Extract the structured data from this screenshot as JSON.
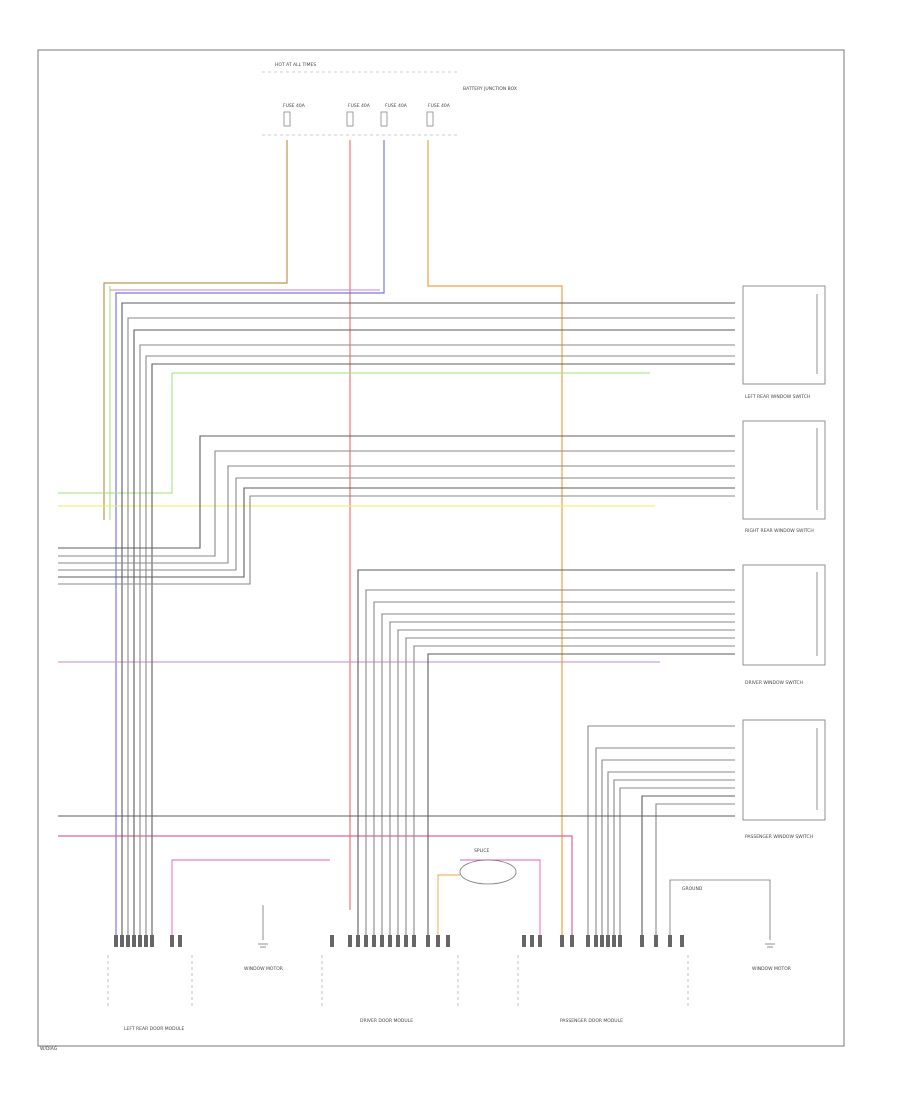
{
  "colors": {
    "red": "#ee7777",
    "blue": "#7777ee",
    "orange": "#f2a244",
    "tan": "#b89a50",
    "green": "#9ee07a",
    "yellow": "#eeee66",
    "purple": "#c98ac9",
    "pink": "#e06494",
    "magenta": "#e85acd",
    "gray": "#8a8a8a",
    "dark": "#5c5c5c"
  },
  "labels": {
    "fuse_header": "HOT AT ALL TIMES",
    "fuse_box": "BATTERY JUNCTION BOX",
    "fuses": [
      "FUSE 40A",
      "FUSE 40A",
      "FUSE 40A",
      "FUSE 40A"
    ],
    "switch_1": "LEFT REAR WINDOW SWITCH",
    "switch_2": "RIGHT REAR WINDOW SWITCH",
    "switch_3": "DRIVER WINDOW SWITCH",
    "switch_4": "PASSENGER WINDOW SWITCH",
    "module_1": "LEFT REAR DOOR MODULE",
    "module_2": "DRIVER DOOR MODULE",
    "module_3": "PASSENGER DOOR MODULE",
    "motor_1": "WINDOW MOTOR",
    "motor_2": "WINDOW MOTOR",
    "page_ref": "W/DIAG",
    "splice": "SPLICE",
    "ground": "GROUND"
  }
}
